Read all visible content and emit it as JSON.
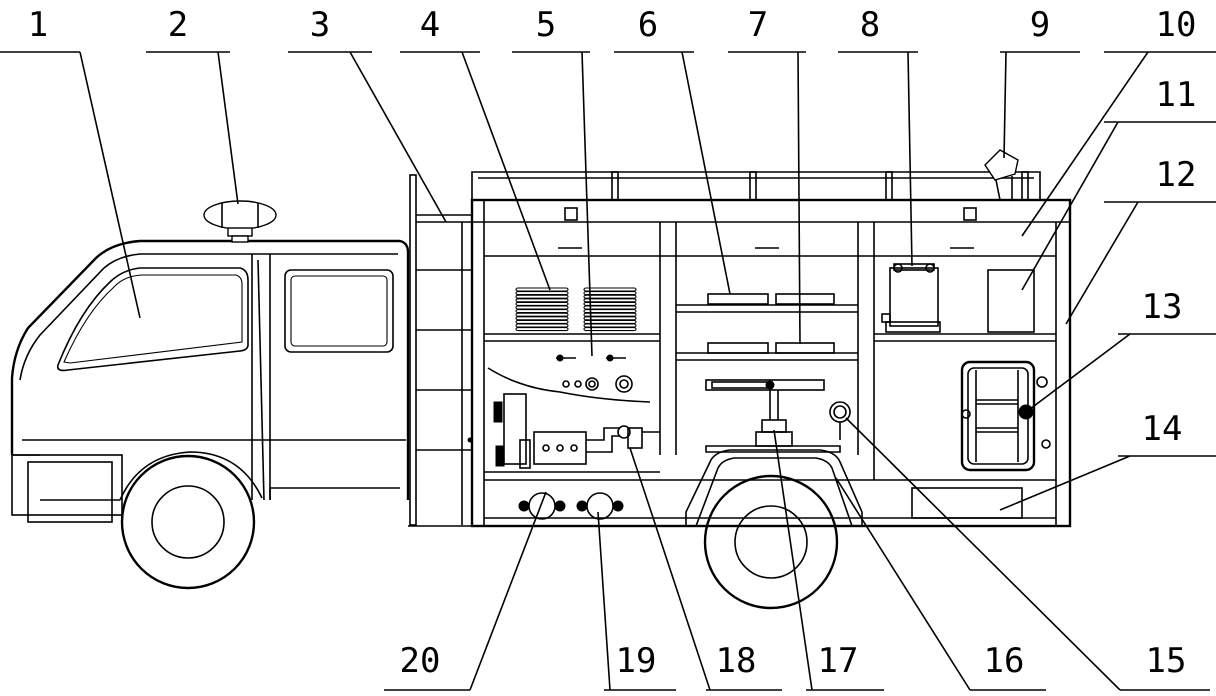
{
  "callouts_top": [
    {
      "id": "callout-1",
      "label": "1"
    },
    {
      "id": "callout-2",
      "label": "2"
    },
    {
      "id": "callout-3",
      "label": "3"
    },
    {
      "id": "callout-4",
      "label": "4"
    },
    {
      "id": "callout-5",
      "label": "5"
    },
    {
      "id": "callout-6",
      "label": "6"
    },
    {
      "id": "callout-7",
      "label": "7"
    },
    {
      "id": "callout-8",
      "label": "8"
    },
    {
      "id": "callout-9",
      "label": "9"
    },
    {
      "id": "callout-10",
      "label": "10"
    }
  ],
  "callouts_right": [
    {
      "id": "callout-11",
      "label": "11"
    },
    {
      "id": "callout-12",
      "label": "12"
    },
    {
      "id": "callout-13",
      "label": "13"
    },
    {
      "id": "callout-14",
      "label": "14"
    }
  ],
  "callouts_bottom": [
    {
      "id": "callout-20",
      "label": "20"
    },
    {
      "id": "callout-19",
      "label": "19"
    },
    {
      "id": "callout-18",
      "label": "18"
    },
    {
      "id": "callout-17",
      "label": "17"
    },
    {
      "id": "callout-16",
      "label": "16"
    },
    {
      "id": "callout-15",
      "label": "15"
    }
  ]
}
